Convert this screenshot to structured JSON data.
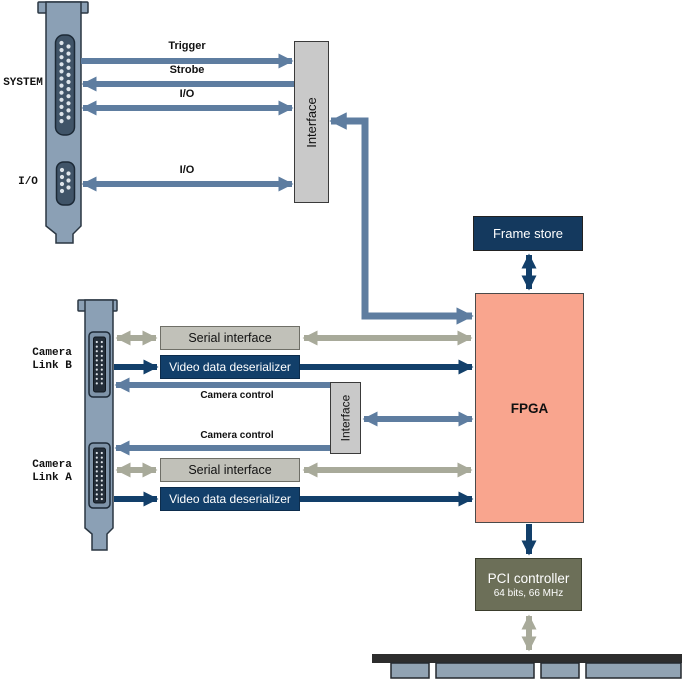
{
  "colors": {
    "steel_blue": "#5e7da0",
    "navy": "#123f6a",
    "olive": "#a8aa9a",
    "frame_store_fill": "#14395e",
    "fpga_fill": "#f9a58e",
    "pci_fill": "#6c6f58",
    "interface_fill": "#c9c9c9",
    "serial_fill": "#c1c1b9",
    "bracket_fill": "#8ba0b5",
    "bus_bar_fill": "#2d2d2d"
  },
  "brackets": {
    "system_label": "SYSTEM",
    "io_label": "I/O",
    "camera_link_b_label": "Camera\nLink B",
    "camera_link_a_label": "Camera\nLink A"
  },
  "signals": {
    "trigger": "Trigger",
    "strobe": "Strobe",
    "io_top": "I/O",
    "io_bottom": "I/O",
    "camera_control_b": "Camera control",
    "camera_control_a": "Camera control"
  },
  "blocks": {
    "interface_top": "Interface",
    "interface_mid": "Interface",
    "frame_store": "Frame store",
    "fpga": "FPGA",
    "serial_interface_b": "Serial interface",
    "video_deserializer_b": "Video data deserializer",
    "serial_interface_a": "Serial interface",
    "video_deserializer_a": "Video data deserializer",
    "pci_controller": "PCI controller",
    "pci_controller_spec": "64 bits, 66 MHz"
  }
}
